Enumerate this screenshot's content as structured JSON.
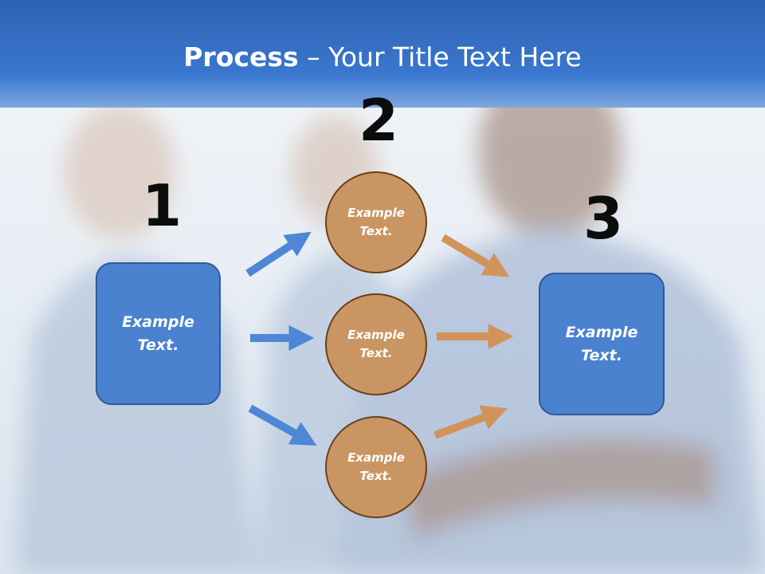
{
  "slide": {
    "title_bold": "Process",
    "title_rest": " – Your Title Text Here"
  },
  "steps": {
    "step1": {
      "number": "1",
      "text": "Example Text."
    },
    "step2": {
      "number": "2",
      "circles": [
        {
          "text": "Example Text."
        },
        {
          "text": "Example Text."
        },
        {
          "text": "Example Text."
        }
      ]
    },
    "step3": {
      "number": "3",
      "text": "Example Text."
    }
  },
  "colors": {
    "header": "#3a77cf",
    "box_fill": "#4a82cf",
    "circle_fill": "#c99663",
    "blue_arrow": "#4f86d6",
    "orange_arrow": "#d2935a"
  }
}
